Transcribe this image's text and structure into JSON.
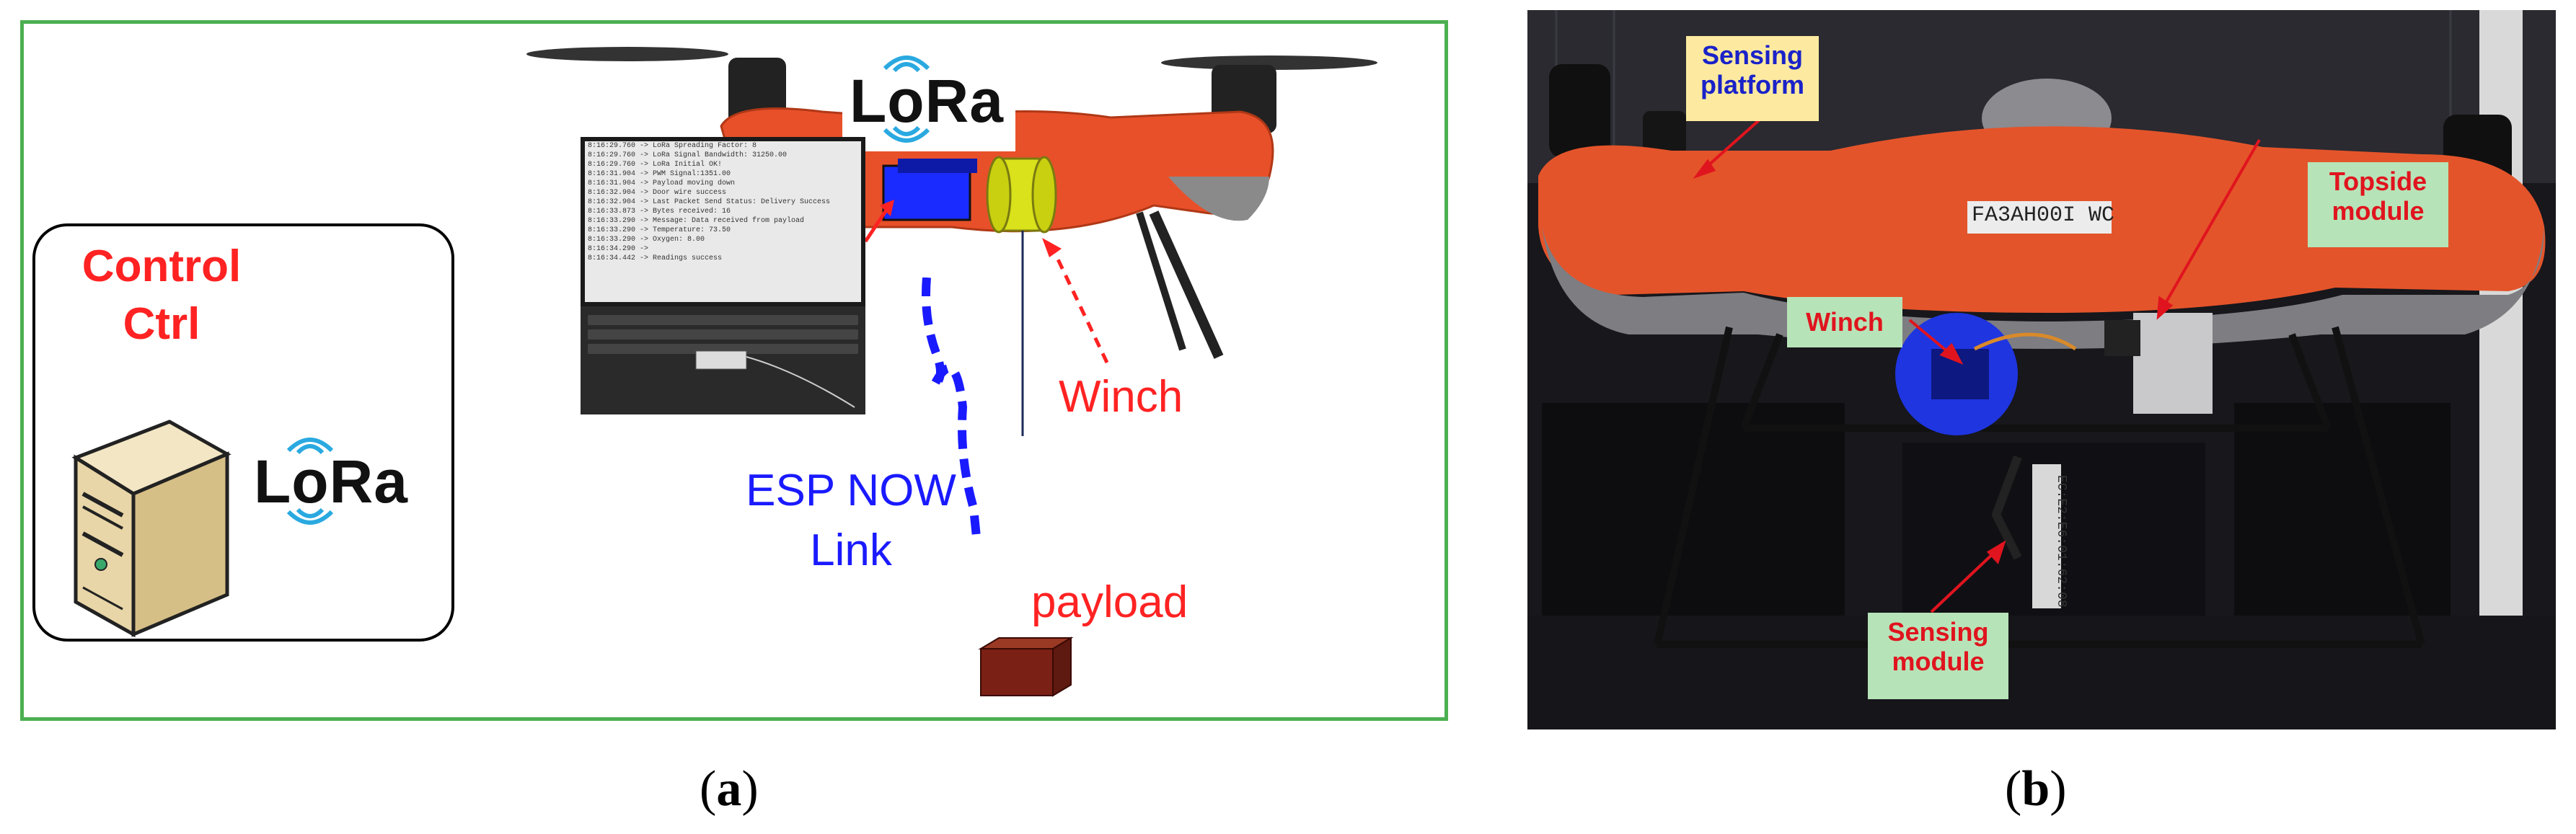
{
  "panel_a": {
    "control_label_line1": "Control",
    "control_label_line2": "Ctrl",
    "lora_left": "LoRa",
    "lora_top": "LoRa",
    "winch_label": "Winch",
    "esp_label_line1": "ESP NOW",
    "esp_label_line2": "Link",
    "payload_label": "payload",
    "laptop_log": [
      "8:16:29.760 -> LoRa Spreading Factor: 8",
      "8:16:29.760 -> LoRa Signal Bandwidth: 31250.00",
      "8:16:29.760 -> LoRa Initial OK!",
      "8:16:31.904 -> PWM Signal:1351.00",
      "8:16:31.904 -> Payload moving down",
      "8:16:32.904 -> Door wire success",
      "",
      "8:16:32.904 -> Last Packet Send Status:   Delivery Success",
      "8:16:33.873 -> Bytes received: 16",
      "8:16:33.290 -> Message: Data received from payload",
      "8:16:33.290 -> Temperature: 73.50",
      "8:16:33.290 -> Oxygen: 8.00",
      "8:16:34.290 -> ",
      "8:16:34.442 -> Readings success"
    ]
  },
  "panel_b": {
    "tag_sensing_platform": [
      "Sensing",
      "platform"
    ],
    "tag_topside_module": [
      "Topside",
      "module"
    ],
    "tag_winch": "Winch",
    "tag_sensing_module": [
      "Sensing",
      "module"
    ],
    "drone_id": "FA3AH00I WC",
    "device_id": "EC:E2:E6:01:62:08"
  },
  "captions": {
    "a_open": "(",
    "a_letter": "a",
    "a_close": ")",
    "b_open": "(",
    "b_letter": "b",
    "b_close": ")"
  },
  "colors": {
    "frame_green": "#4caf50",
    "label_red": "#ff2222",
    "esp_blue": "#1a1aff",
    "drone_orange": "#e8502a",
    "lora_wave": "#2aa9e0",
    "winch_yellow": "#d9e21a",
    "payload_brown": "#7a2014"
  }
}
